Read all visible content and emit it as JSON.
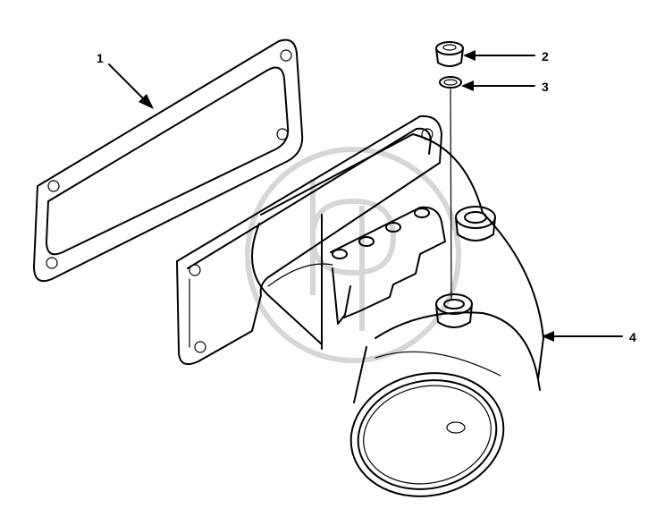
{
  "callouts": [
    {
      "id": "1",
      "label": "1"
    },
    {
      "id": "2",
      "label": "2"
    },
    {
      "id": "3",
      "label": "3"
    },
    {
      "id": "4",
      "label": "4"
    }
  ],
  "colors": {
    "line": "#000000",
    "watermark": "#d6d6d6",
    "background": "#ffffff"
  }
}
